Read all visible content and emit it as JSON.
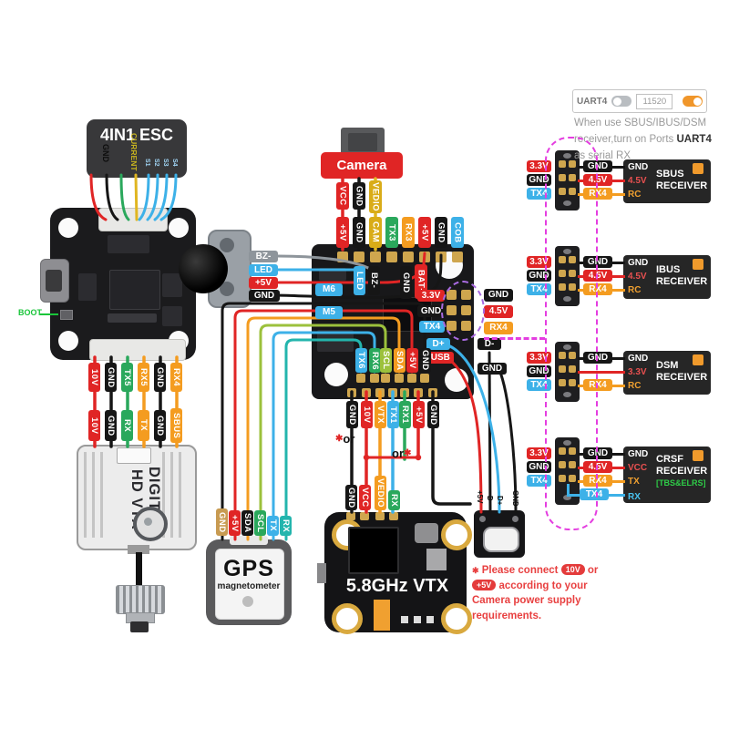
{
  "uart_note": {
    "port": "UART4",
    "baud": "11520",
    "l1": "When use SBUS/IBUS/DSM",
    "l2a": "receiver,turn on Ports ",
    "l2b": "UART4",
    "l3": "as serial RX"
  },
  "esc": {
    "title": "4IN1 ESC",
    "gnd": "GND",
    "current": "CURRENT",
    "s1": "S1",
    "s2": "S2",
    "s3": "S3",
    "s4": "S4"
  },
  "board_left": {
    "boot": "BOOT"
  },
  "hd_vtx": {
    "t1": "DIGITAL",
    "t2": "HD VTX",
    "row1": [
      "10V",
      "GND",
      "TX5",
      "RX5",
      "GND",
      "RX4"
    ],
    "row2": [
      "10V",
      "GND",
      "RX",
      "TX",
      "GND",
      "SBUS"
    ]
  },
  "buzzer": {
    "pins": [
      "BZ-",
      "LED",
      "+5V",
      "GND"
    ]
  },
  "camera": {
    "label": "Camera",
    "wires": [
      "VCC",
      "GND",
      "VEDIO"
    ]
  },
  "fc": {
    "top_pads": [
      "+5V",
      "GND",
      "CAM",
      "TX3",
      "RX3",
      "+5V",
      "GND",
      "COB"
    ],
    "led": "LED",
    "bz": "BZ-",
    "m6": "M6",
    "m5": "M5",
    "bat": "BAT+",
    "gnd_v": "GND",
    "pads33": [
      "3.3V",
      "GND",
      "TX4"
    ],
    "right_labels": [
      "GND",
      "4.5V",
      "RX4"
    ],
    "dp": "D+",
    "vusb": "VUSB",
    "dm": "D-",
    "gnd_usb": "GND",
    "bottom_pads": [
      "TX6",
      "RX6",
      "SCL",
      "SDA",
      "+5V",
      "GND"
    ],
    "bottom_wires": [
      "GND",
      "10V",
      "VTX",
      "TX1",
      "RX1",
      "+5V",
      "GND"
    ],
    "or": "or",
    "star": "✱"
  },
  "gps": {
    "title": "GPS",
    "sub": "magnetometer",
    "pins": [
      "GND",
      "+5V",
      "SDA",
      "SCL",
      "TX",
      "RX"
    ]
  },
  "vtx58": {
    "title": "5.8GHz VTX",
    "pins": [
      "GND",
      "VCC",
      "VEDIO",
      "RX"
    ]
  },
  "usbc": {
    "pins": [
      "+5V",
      "D-",
      "D+",
      "GND"
    ]
  },
  "receivers": [
    {
      "name1": "SBUS",
      "name2": "RECEIVER",
      "fc_pins": [
        "3.3V",
        "GND",
        "TX4"
      ],
      "wire_labels": [
        "GND",
        "4.5V",
        "RX4"
      ],
      "pins": [
        "GND",
        "4.5V",
        "RC"
      ]
    },
    {
      "name1": "IBUS",
      "name2": "RECEIVER",
      "fc_pins": [
        "3.3V",
        "GND",
        "TX4"
      ],
      "wire_labels": [
        "GND",
        "4.5V",
        "RX4"
      ],
      "pins": [
        "GND",
        "4.5V",
        "RC"
      ]
    },
    {
      "name1": "DSM",
      "name2": "RECEIVER",
      "fc_pins": [
        "3.3V",
        "GND",
        "TX4"
      ],
      "wire_labels": [
        "GND",
        "RX4"
      ],
      "pins": [
        "GND",
        "3.3V",
        "RC"
      ]
    },
    {
      "name1": "CRSF",
      "name2": "RECEIVER",
      "extra": "[TBS&ELRS]",
      "fc_pins": [
        "3.3V",
        "GND",
        "TX4"
      ],
      "wire_labels": [
        "GND",
        "4.5V",
        "RX4",
        "TX4"
      ],
      "pins": [
        "GND",
        "VCC",
        "TX",
        "RX"
      ]
    }
  ],
  "cam_note": {
    "star": "✱",
    "l1a": "Please connect",
    "b1": "10V",
    "l1b": "or",
    "b2": "+5V",
    "l1c": "according to your",
    "l2": "Camera power supply",
    "l3": "requirements."
  }
}
